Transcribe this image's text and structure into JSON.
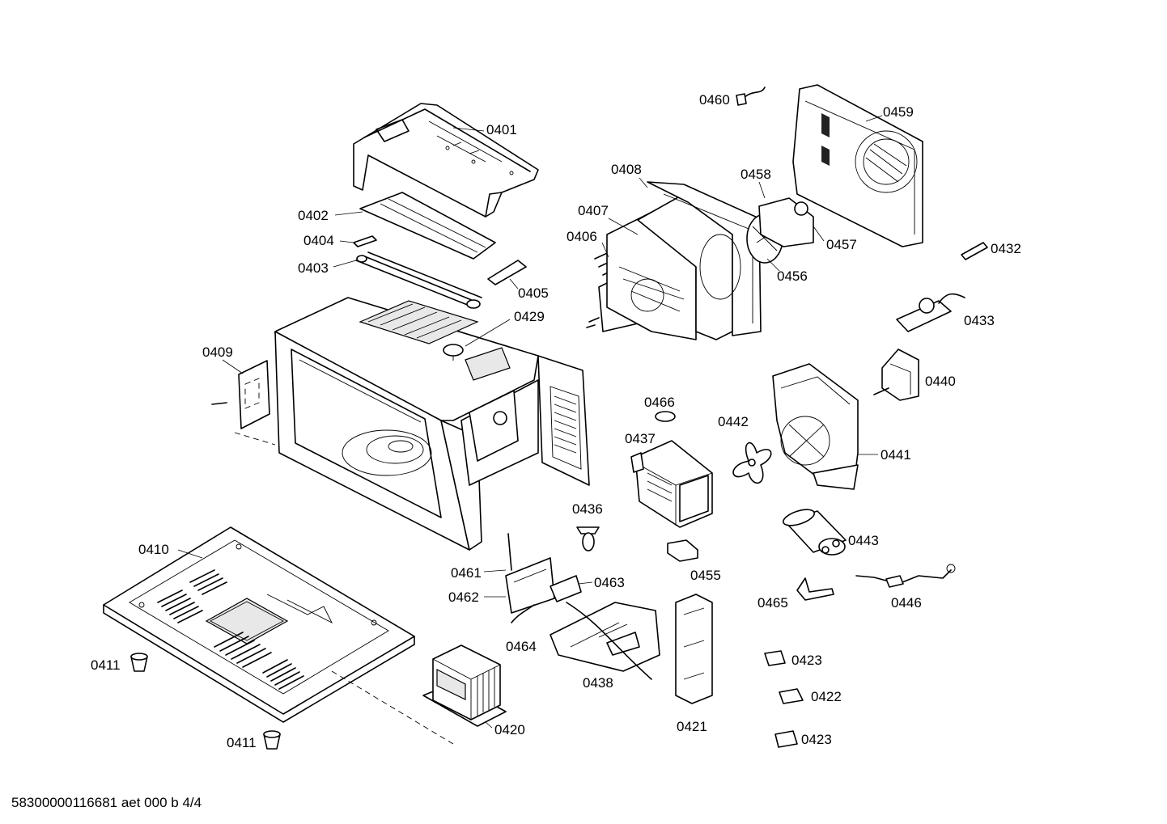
{
  "labels": {
    "p0401": "0401",
    "p0402": "0402",
    "p0403": "0403",
    "p0404": "0404",
    "p0405": "0405",
    "p0406": "0406",
    "p0407": "0407",
    "p0408": "0408",
    "p0409": "0409",
    "p0410": "0410",
    "p0411a": "0411",
    "p0411b": "0411",
    "p0420": "0420",
    "p0421": "0421",
    "p0422": "0422",
    "p0423a": "0423",
    "p0423b": "0423",
    "p0429": "0429",
    "p0432": "0432",
    "p0433": "0433",
    "p0436": "0436",
    "p0437": "0437",
    "p0438": "0438",
    "p0440": "0440",
    "p0441": "0441",
    "p0442": "0442",
    "p0443": "0443",
    "p0446": "0446",
    "p0455": "0455",
    "p0456": "0456",
    "p0457": "0457",
    "p0458": "0458",
    "p0459": "0459",
    "p0460": "0460",
    "p0461": "0461",
    "p0462": "0462",
    "p0463": "0463",
    "p0464": "0464",
    "p0465": "0465",
    "p0466": "0466"
  },
  "footer": "58300000116681 aet 000 b 4/4"
}
